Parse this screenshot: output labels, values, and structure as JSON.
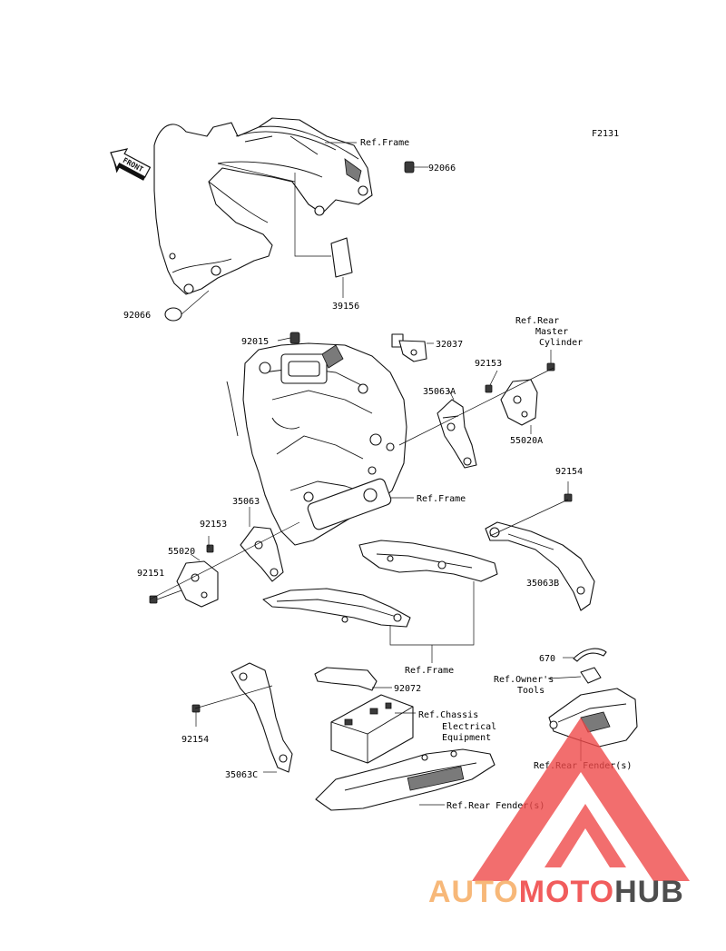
{
  "diagram_code": "F2131",
  "front_label": "FRONT",
  "callouts": [
    {
      "id": "ref-frame-top",
      "text": "Ref.Frame"
    },
    {
      "id": "p92066a",
      "text": "92066"
    },
    {
      "id": "p92066b",
      "text": "92066"
    },
    {
      "id": "p39156",
      "text": "39156"
    },
    {
      "id": "p92015",
      "text": "92015"
    },
    {
      "id": "p32037",
      "text": "32037"
    },
    {
      "id": "ref-rear-master-1",
      "text": "Ref.Rear"
    },
    {
      "id": "ref-rear-master-2",
      "text": "Master"
    },
    {
      "id": "ref-rear-master-3",
      "text": "Cylinder"
    },
    {
      "id": "p92153a",
      "text": "92153"
    },
    {
      "id": "p35063A",
      "text": "35063A"
    },
    {
      "id": "p55020A",
      "text": "55020A"
    },
    {
      "id": "p92154a",
      "text": "92154"
    },
    {
      "id": "ref-frame-mid",
      "text": "Ref.Frame"
    },
    {
      "id": "p35063",
      "text": "35063"
    },
    {
      "id": "p92153b",
      "text": "92153"
    },
    {
      "id": "p55020",
      "text": "55020"
    },
    {
      "id": "p92151",
      "text": "92151"
    },
    {
      "id": "p35063B",
      "text": "35063B"
    },
    {
      "id": "ref-frame-low",
      "text": "Ref.Frame"
    },
    {
      "id": "p670",
      "text": "670"
    },
    {
      "id": "ref-tools-1",
      "text": "Ref.Owner's"
    },
    {
      "id": "ref-tools-2",
      "text": "Tools"
    },
    {
      "id": "p92072",
      "text": "92072"
    },
    {
      "id": "ref-chassis-1",
      "text": "Ref.Chassis"
    },
    {
      "id": "ref-chassis-2",
      "text": "Electrical"
    },
    {
      "id": "ref-chassis-3",
      "text": "Equipment"
    },
    {
      "id": "ref-rear-fender-a",
      "text": "Ref.Rear Fender(s)"
    },
    {
      "id": "p92154b",
      "text": "92154"
    },
    {
      "id": "p35063C",
      "text": "35063C"
    },
    {
      "id": "ref-rear-fender-b",
      "text": "Ref.Rear Fender(s)"
    }
  ],
  "watermark": {
    "text_part1": "AUTO",
    "text_part2": "MOTO",
    "text_part3": "HUB",
    "color1": "#f6b06a",
    "color2": "#ef4a4a",
    "color3": "#3b3b3b",
    "logo_color": "#ef4a4a"
  }
}
